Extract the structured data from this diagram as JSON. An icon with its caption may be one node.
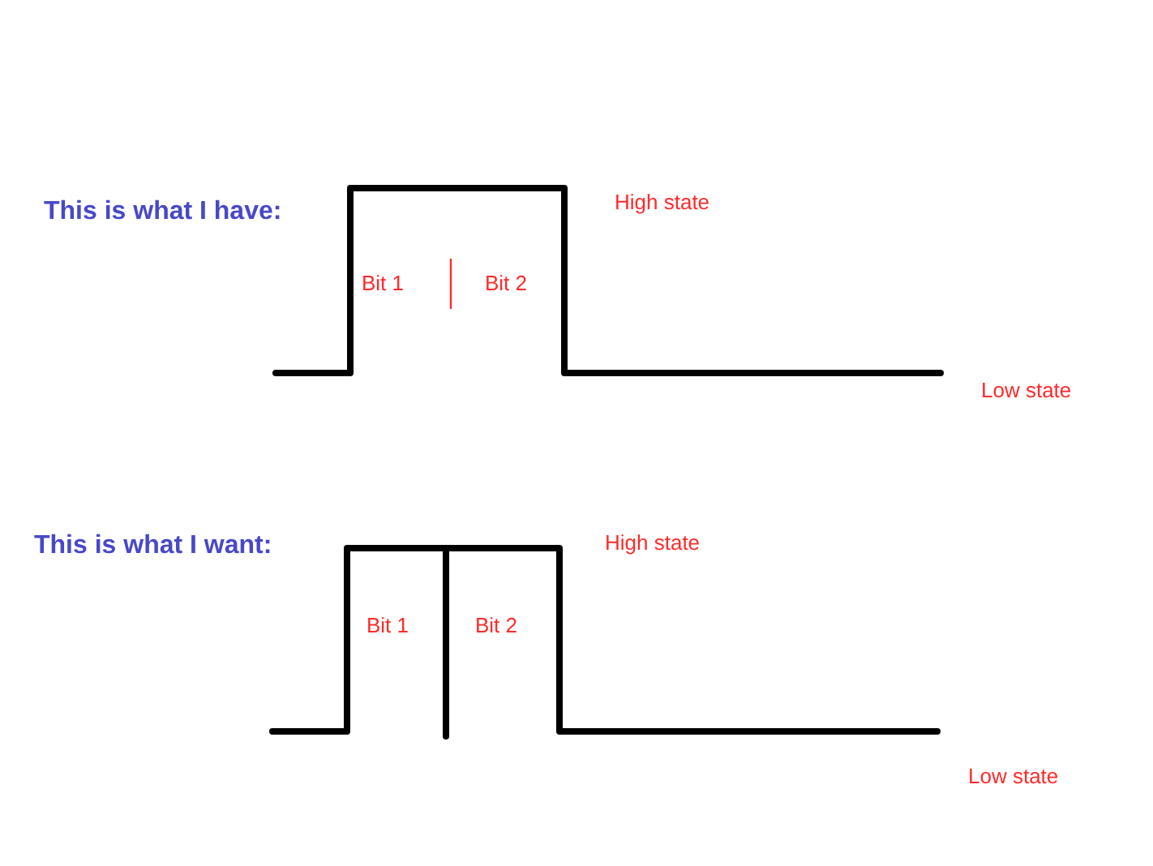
{
  "diagram": {
    "labels": [
      "This is what I have:",
      "High state",
      "Bit 1",
      "Bit 2",
      "Low state",
      "This is what I want:",
      "High state",
      "Bit 1",
      "Bit 2",
      "Low state"
    ]
  }
}
